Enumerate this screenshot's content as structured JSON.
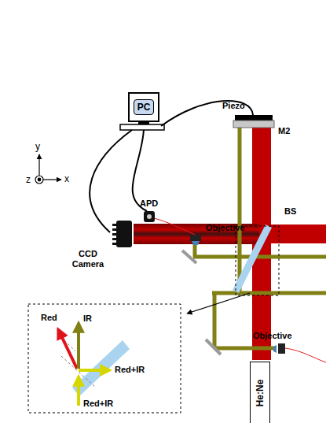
{
  "diagram": {
    "nodes": [
      {
        "text": [
          "PC"
        ]
      },
      {
        "text": [
          "He:Ne"
        ]
      }
    ],
    "labels": [
      "y",
      "x",
      "z",
      "Piezo",
      "M2",
      "APD",
      "Objective",
      "BS",
      "CCD Camera",
      "Objective",
      "Red",
      "IR",
      "Red+IR",
      "Red+IR"
    ]
  }
}
